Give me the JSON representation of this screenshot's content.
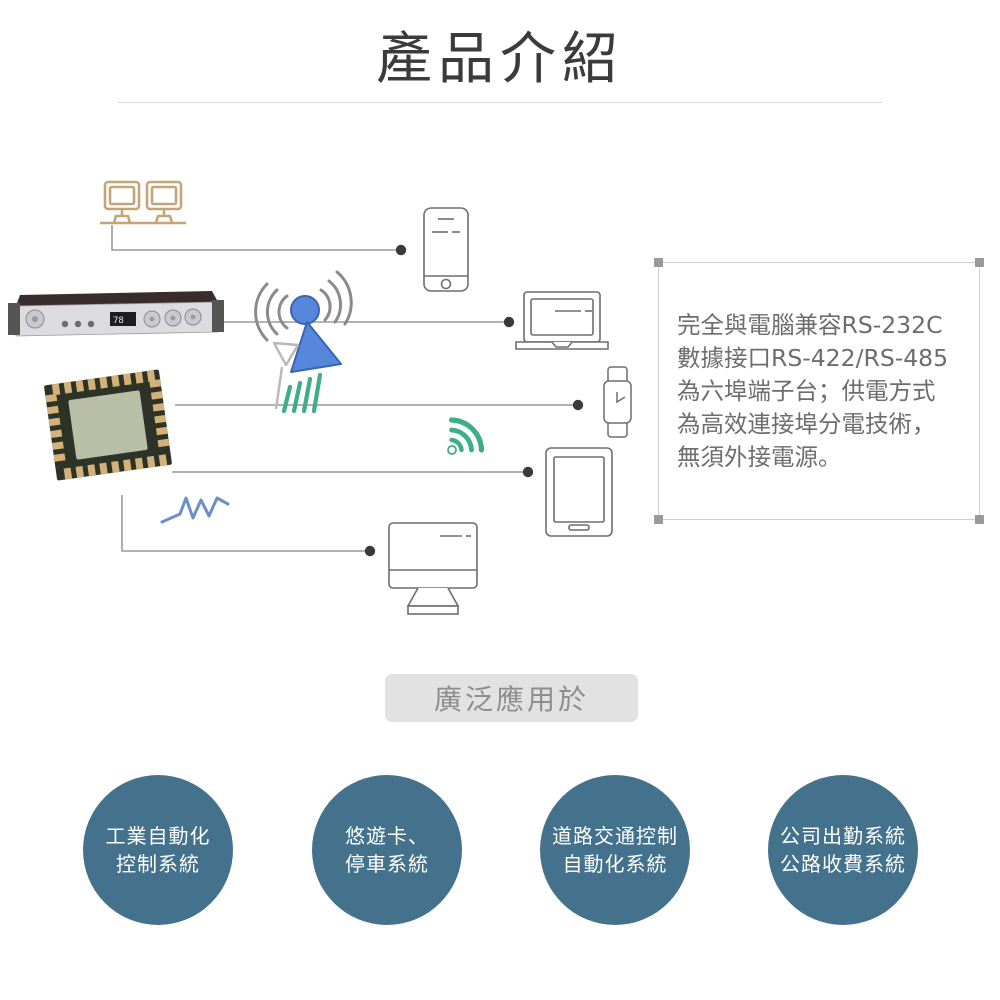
{
  "page": {
    "title": "產品介紹",
    "background": "#ffffff"
  },
  "description": {
    "text": "完全與電腦兼容RS-232C\n數據接口RS-422/RS-485\n為六埠端子台；供電方式\n為高效連接埠分電技術，\n無須外接電源。",
    "border_color": "#cfcfcf",
    "handle_color": "#9a9a9a"
  },
  "apply_section": {
    "label": "廣泛應用於",
    "pill_color": "#e2e2e2",
    "label_color": "#8d8d8d"
  },
  "applications": {
    "circle_color": "#44728C",
    "items": [
      {
        "line1": "工業自動化",
        "line2": "控制系統"
      },
      {
        "line1": "悠遊卡、",
        "line2": "停車系統"
      },
      {
        "line1": "道路交通控制",
        "line2": "自動化系統"
      },
      {
        "line1": "公司出勤系統",
        "line2": "公路收費系統"
      }
    ]
  },
  "diagram": {
    "colors": {
      "line": "#9a9a9a",
      "endpoint_dot": "#3a3a3a",
      "device_outline": "#6e6e6e",
      "network_icon": "#c4a578",
      "tower_blue": "#5588dd",
      "wave_gray": "#8a8a8a",
      "signal_green": "#3fae84",
      "zigzag_blue": "#6a8fc9",
      "chip_body": "#2e3328",
      "chip_die": "#b9bfa6",
      "chip_pad": "#d2b278",
      "rack_top": "#3a2b2f",
      "rack_face": "#d8d8dc"
    },
    "nodes": [
      {
        "name": "network-computers-icon",
        "label": "networked computers"
      },
      {
        "name": "rack-device-icon",
        "label": "1U rack mount converter"
      },
      {
        "name": "ic-chip-icon",
        "label": "QFN integrated circuit"
      },
      {
        "name": "radio-tower-icon",
        "label": "wireless transmitter tower"
      },
      {
        "name": "antenna-signal-icon",
        "label": "antenna with signal bars"
      },
      {
        "name": "wifi-icon",
        "label": "wifi signal"
      },
      {
        "name": "zigzag-wave-icon",
        "label": "electrical waveform"
      },
      {
        "name": "smartphone-icon",
        "label": "smartphone"
      },
      {
        "name": "laptop-icon",
        "label": "laptop"
      },
      {
        "name": "smartwatch-icon",
        "label": "smartwatch"
      },
      {
        "name": "tablet-icon",
        "label": "tablet"
      },
      {
        "name": "desktop-monitor-icon",
        "label": "desktop monitor"
      }
    ]
  }
}
